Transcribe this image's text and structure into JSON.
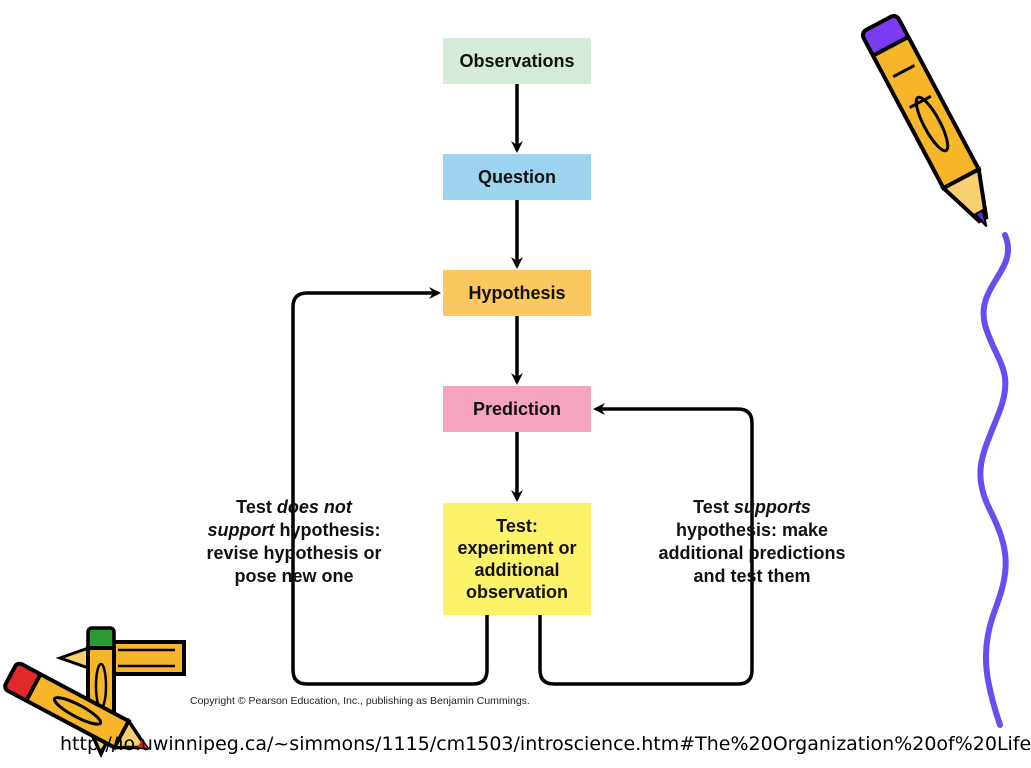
{
  "boxes": {
    "observations": "Observations",
    "question": "Question",
    "hypothesis": "Hypothesis",
    "prediction": "Prediction",
    "test_line1": "Test:",
    "test_line2": "experiment or",
    "test_line3": "additional",
    "test_line4": "observation"
  },
  "colors": {
    "observations": "#d5ead8",
    "question": "#9cd3ef",
    "hypothesis": "#fbc85f",
    "prediction": "#f6a3c1",
    "test": "#fdf36b",
    "arrows": "#000000",
    "wavy_line": "#6a4df0"
  },
  "notes": {
    "left": {
      "part1": "Test ",
      "part2_italic": "does not",
      "part3_italic": "support",
      "part4": " hypothesis:",
      "line3": "revise hypothesis or",
      "line4": "pose new one"
    },
    "right": {
      "part1": "Test ",
      "part2_italic": "supports",
      "line2": "hypothesis: make",
      "line3": "additional predictions",
      "line4": "and test them"
    }
  },
  "copyright": "Copyright © Pearson Education, Inc., publishing as Benjamin Cummings.",
  "source_url": "http://io.uwinnipeg.ca/~simmons/1115/cm1503/introscience.htm#The%20Organization%20of%20Life",
  "icons": {
    "top_right": "pencil-clipart-icon",
    "bottom_left": "pencils-clipart-icon",
    "right_edge": "wavy-line"
  }
}
